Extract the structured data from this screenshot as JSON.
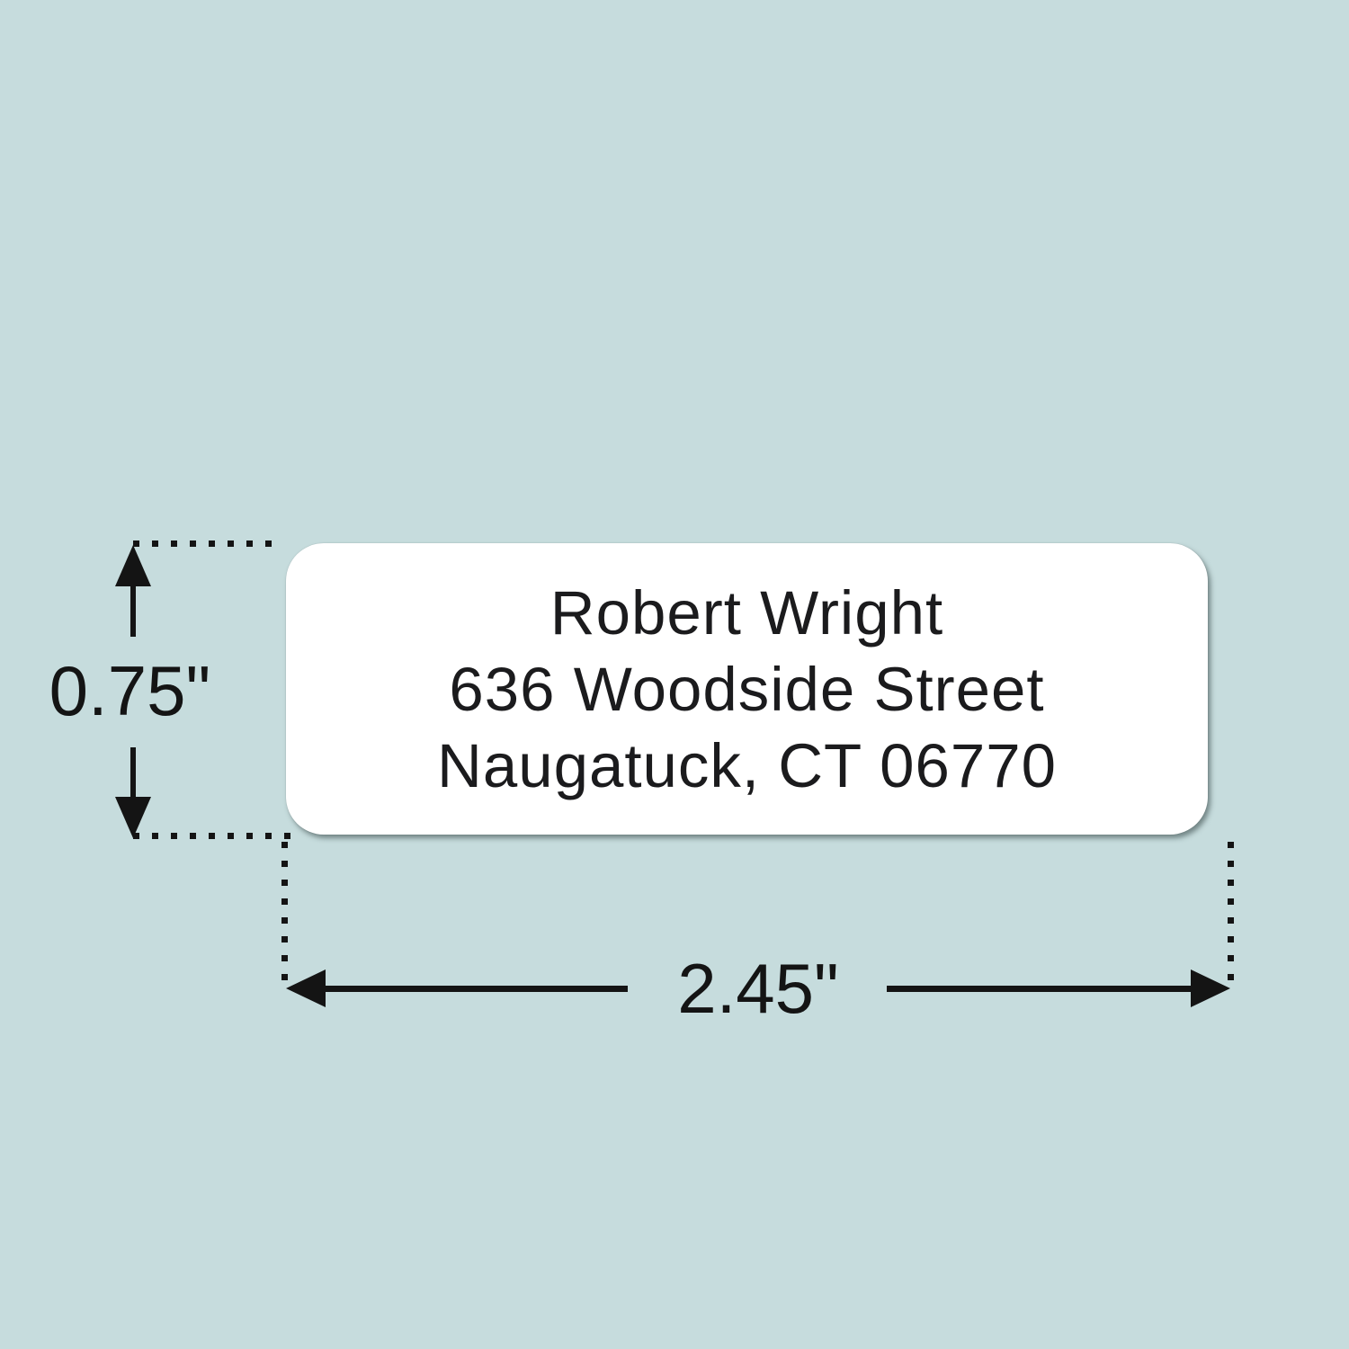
{
  "scene": {
    "description": "Product dimension diagram of a return-address label sticker",
    "background_color": "#c6dcdd",
    "ink_color": "#141414"
  },
  "address_label": {
    "background_color": "#ffffff",
    "text_color": "#1b1b1d",
    "lines": [
      "Robert Wright",
      "636 Woodside Street",
      "Naugatuck, CT 06770"
    ]
  },
  "dimensions": {
    "height": {
      "value": "0.75\""
    },
    "width": {
      "value": "2.45\""
    }
  }
}
